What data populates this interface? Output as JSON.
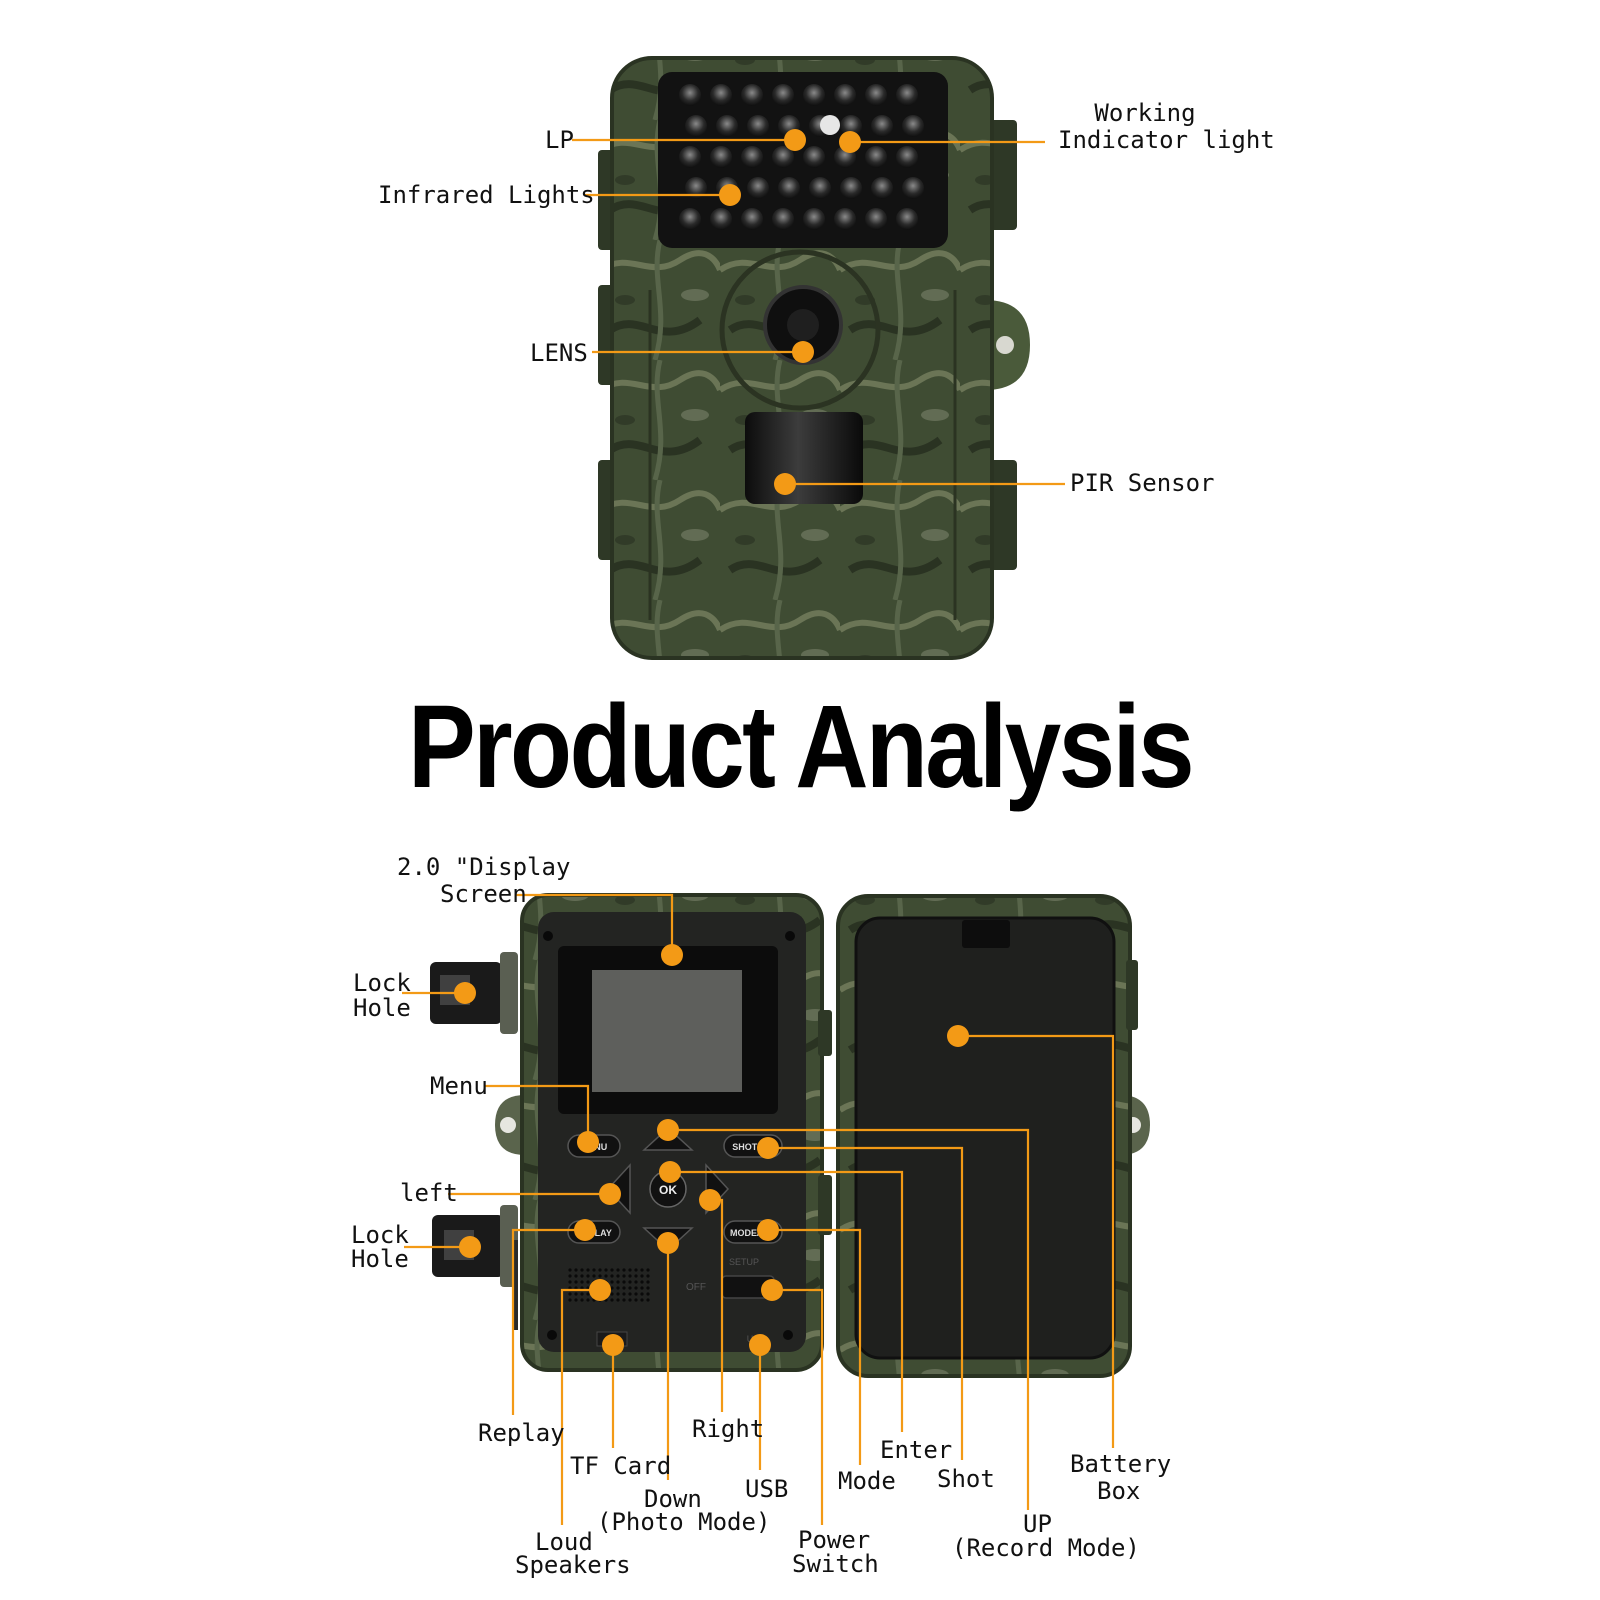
{
  "title": "Product Analysis",
  "colors": {
    "callout": "#f39a16",
    "camo_dark": "#2f3a26",
    "camo_mid": "#4a5a3a",
    "camo_light": "#6f7a5a",
    "panel_dark": "#1f201e",
    "screen_grey": "#5e5f5c"
  },
  "front_labels": {
    "lp": "LP",
    "working_line1": "Working",
    "working_line2": "Indicator light",
    "infrared": "Infrared Lights",
    "lens": "LENS",
    "pir": "PIR Sensor"
  },
  "back_labels": {
    "display_line1": "2.0 \"Display",
    "display_line2": "Screen",
    "lock_hole_1a": "Lock",
    "lock_hole_1b": "Hole",
    "menu": "Menu",
    "left": "left",
    "lock_hole_2a": "Lock",
    "lock_hole_2b": "Hole",
    "replay": "Replay",
    "tf_card": "TF Card",
    "right": "Right",
    "down_line1": "Down",
    "down_line2": "(Photo Mode)",
    "usb": "USB",
    "enter": "Enter",
    "mode": "Mode",
    "shot": "Shot",
    "battery_line1": "Battery",
    "battery_line2": "Box",
    "loud_line1": "Loud",
    "loud_line2": "Speakers",
    "power_line1": "Power",
    "power_line2": "Switch",
    "up_line1": "UP",
    "up_line2": "(Record Mode)"
  },
  "device_text": {
    "menu_btn": "MENU",
    "ok_btn": "OK",
    "shot_btn": "SHOT/",
    "replay_btn": "REPLAY",
    "mode_btn": "MODE/C",
    "setup": "SETUP",
    "off": "OFF",
    "usb_mark": "USB"
  }
}
